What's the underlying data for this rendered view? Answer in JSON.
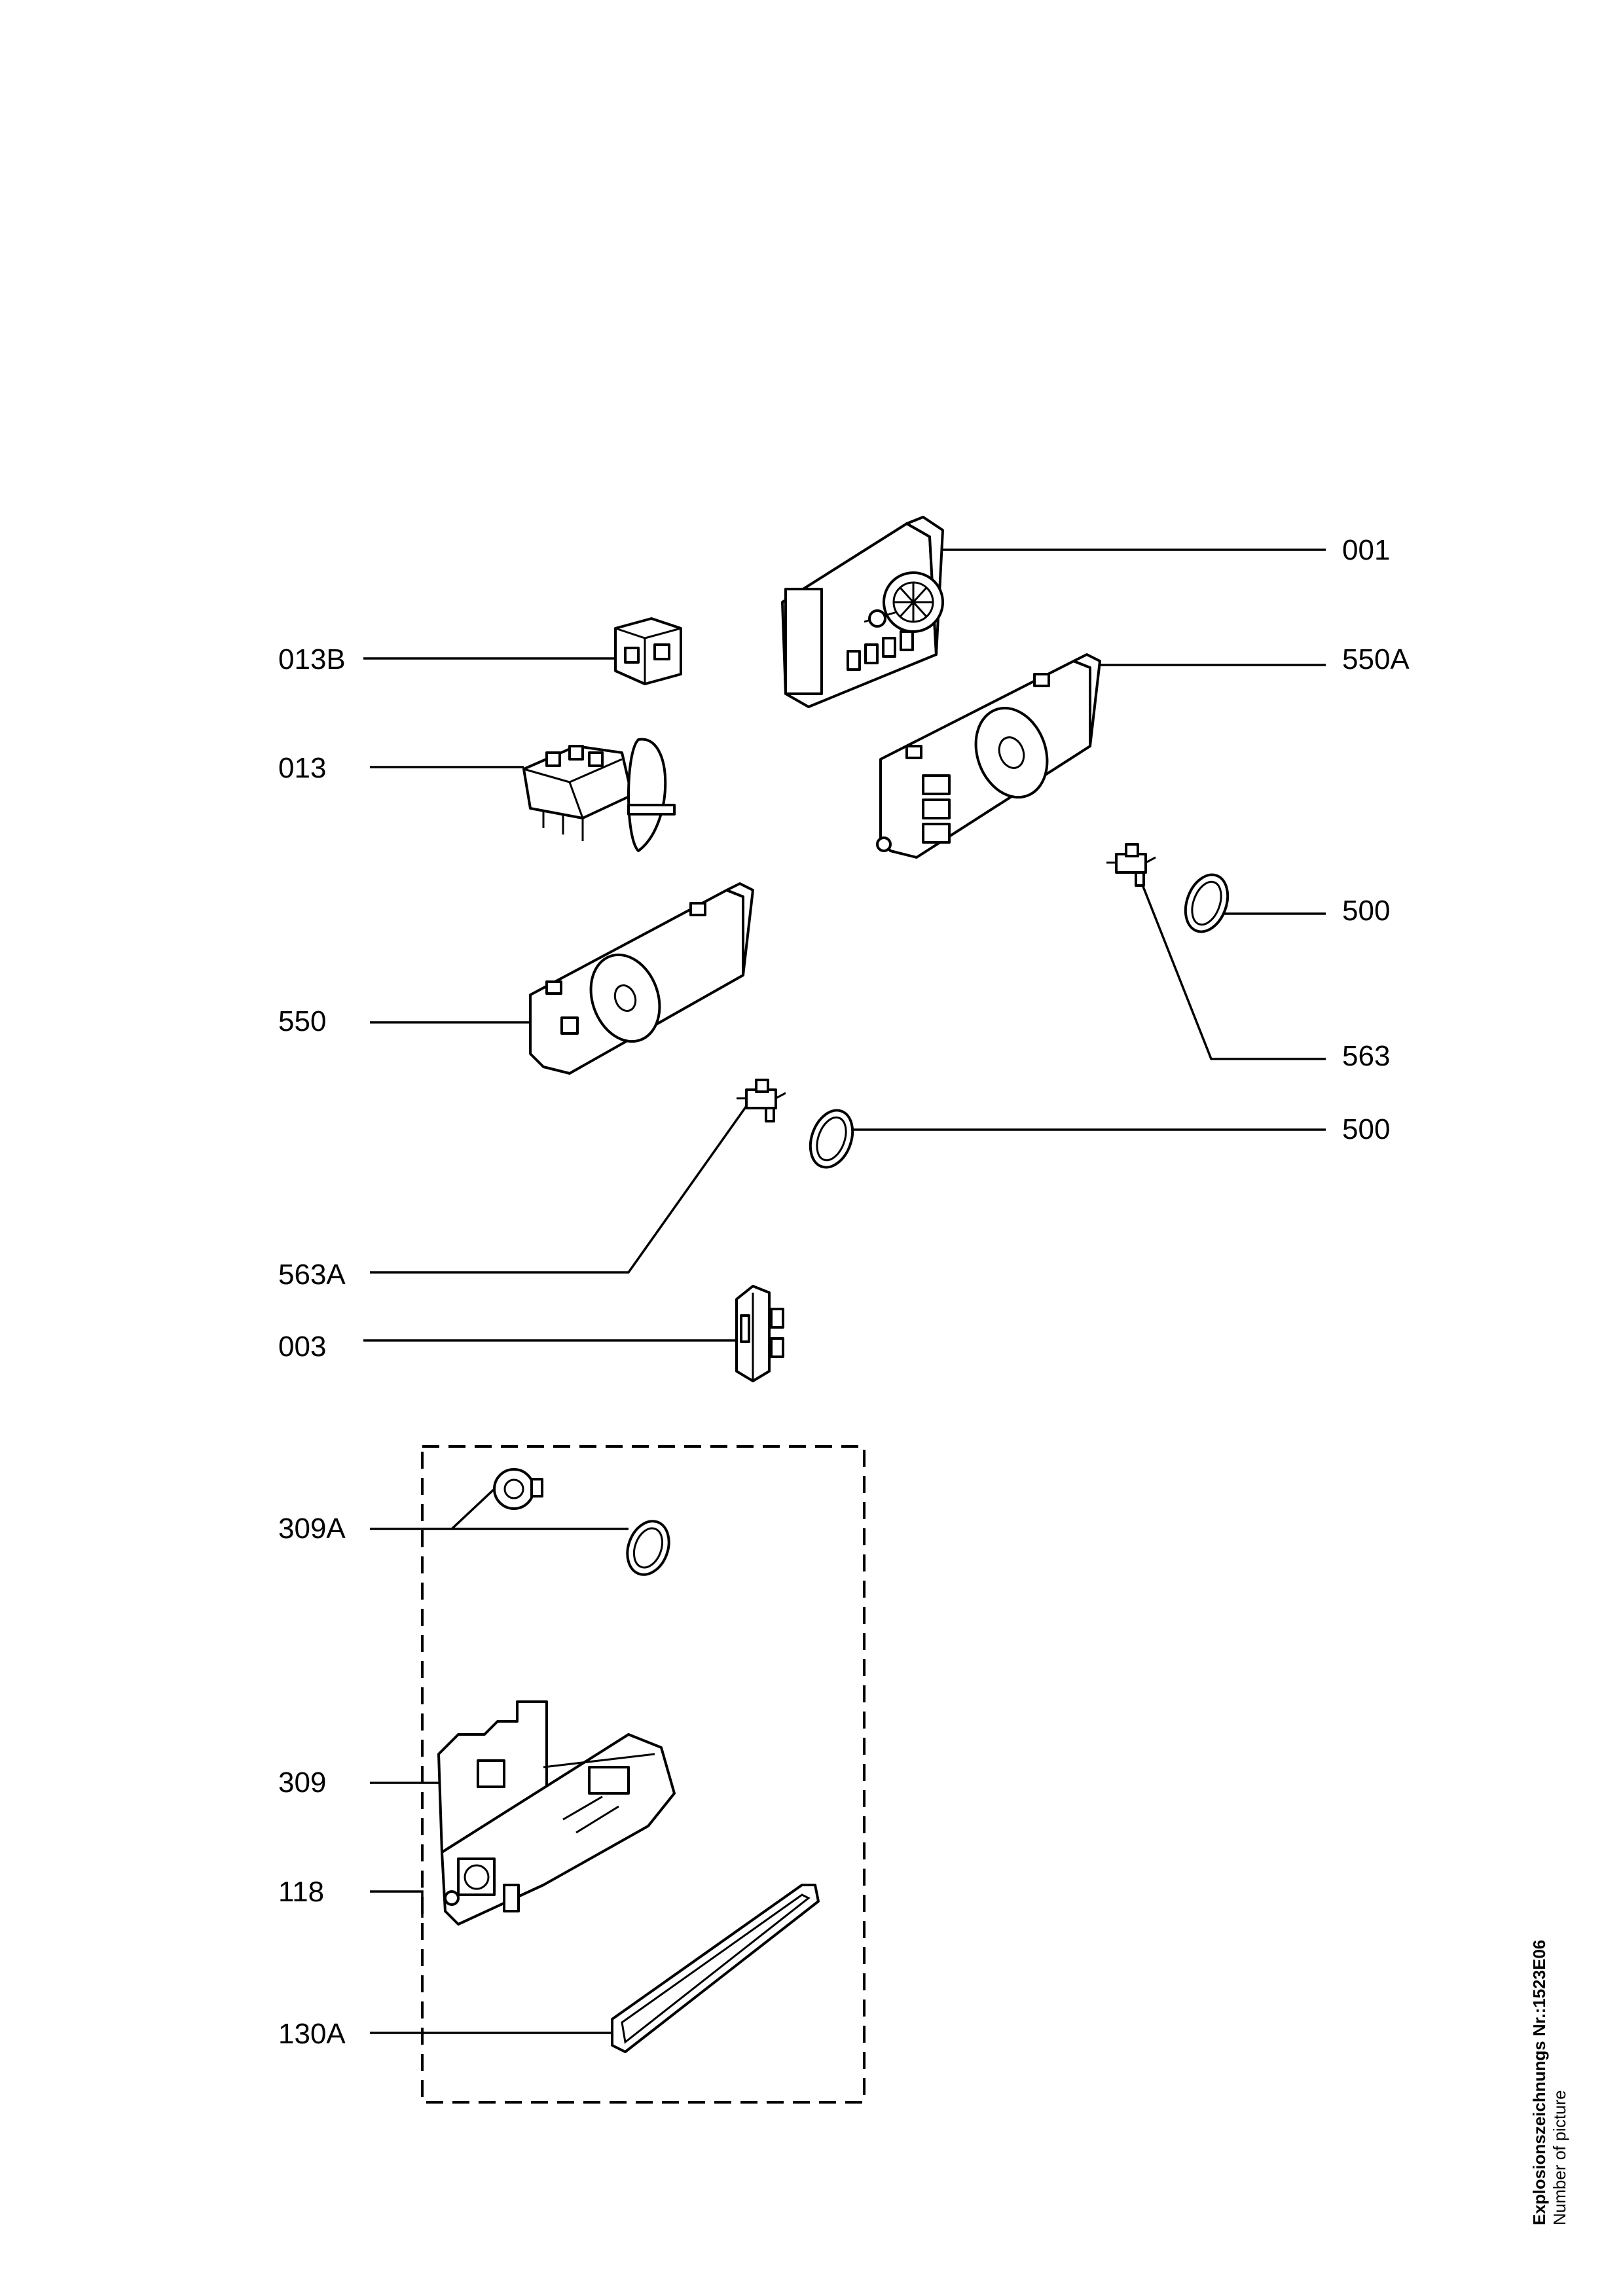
{
  "diagram": {
    "labels": {
      "p001": "001",
      "p013B": "013B",
      "p550A": "550A",
      "p013": "013",
      "p500a": "500",
      "p550": "550",
      "p563": "563",
      "p500b": "500",
      "p563A": "563A",
      "p003": "003",
      "p309A": "309A",
      "p309": "309",
      "p118": "118",
      "p130A": "130A"
    }
  },
  "side_note": {
    "title": "Explosionszeichnungs Nr.:1523E06",
    "subtitle": "Number of picture"
  }
}
